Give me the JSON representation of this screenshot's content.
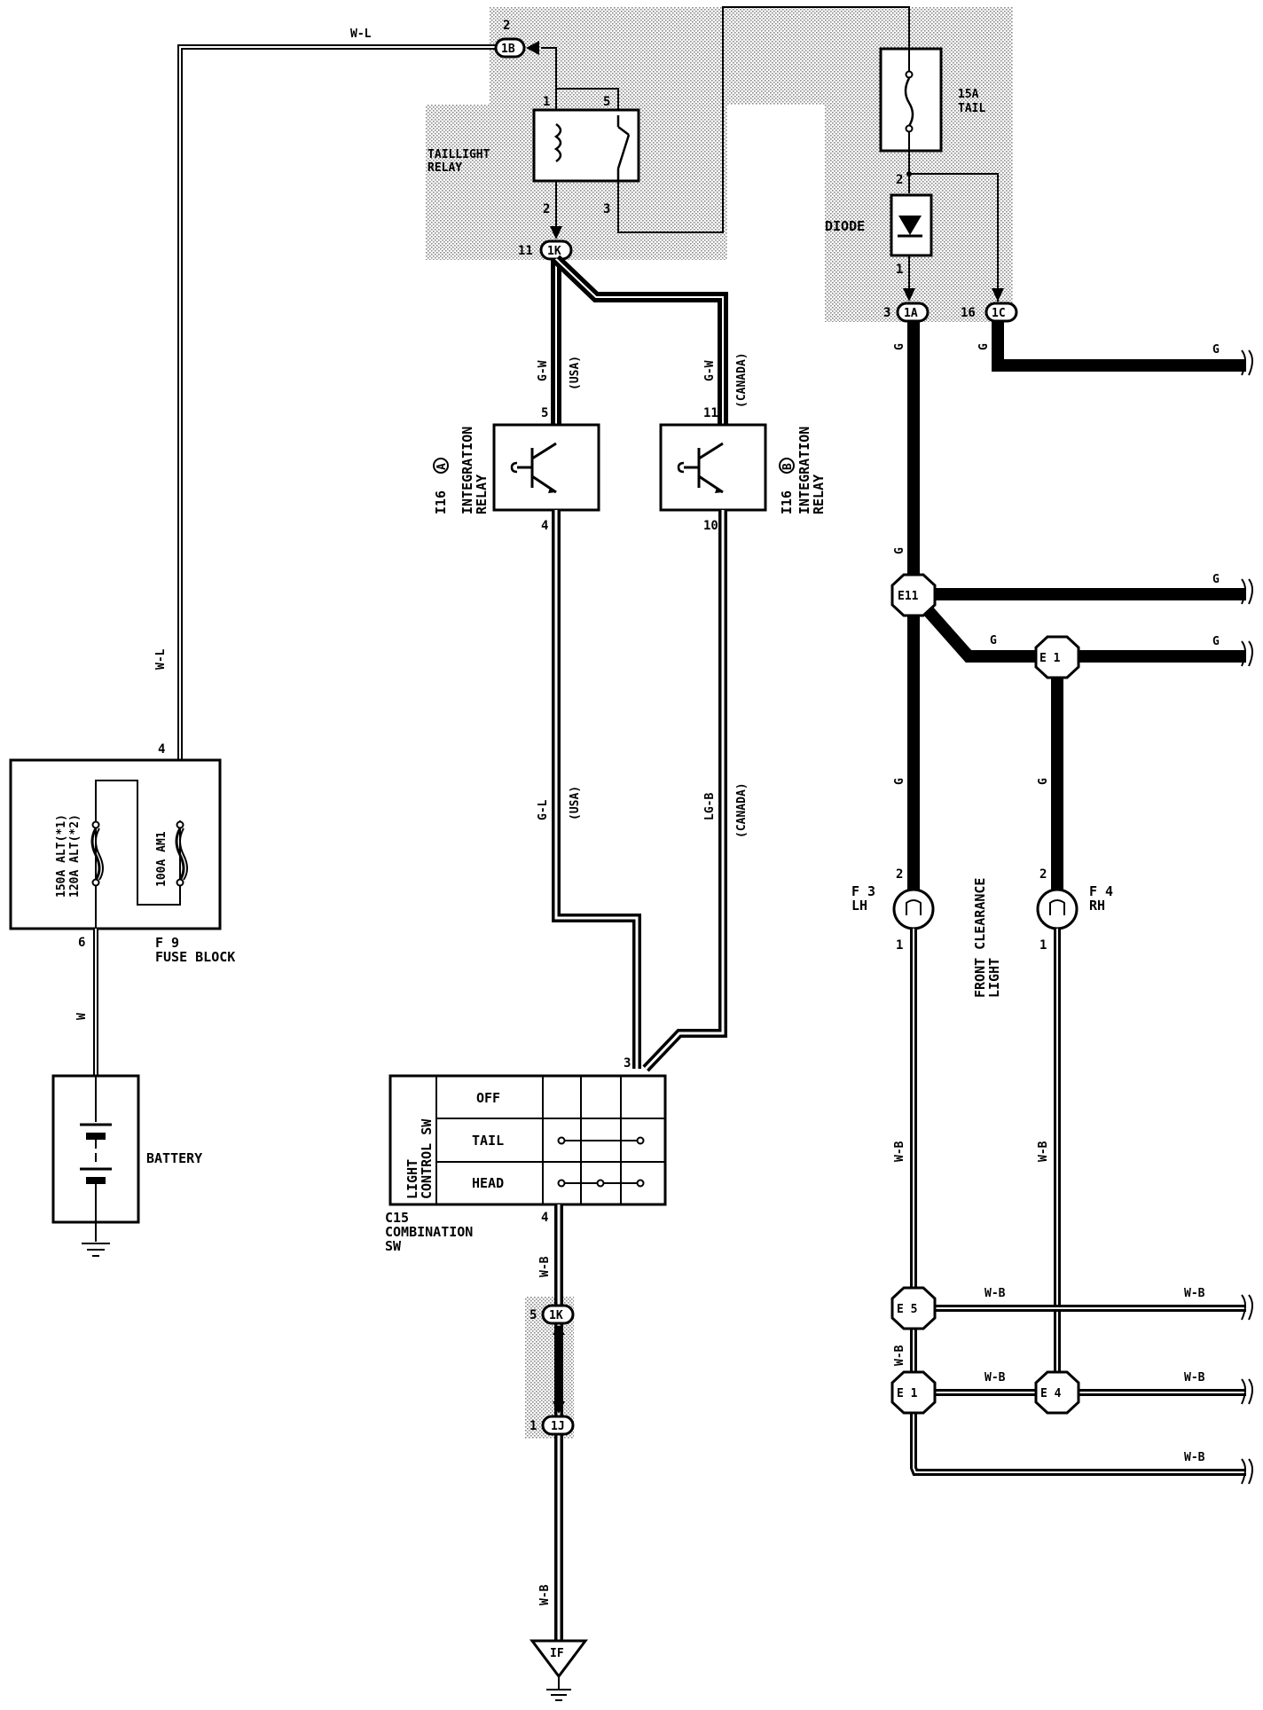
{
  "relay": {
    "name": "TAILLIGHT RELAY",
    "line1": "TAILLIGHT",
    "line2": "RELAY",
    "pins": [
      "1",
      "2",
      "3",
      "5"
    ]
  },
  "fuse_tail": {
    "rating_line1": "15A",
    "rating_line2": "TAIL",
    "pin": "2"
  },
  "diode": {
    "label": "DIODE",
    "pin": "1"
  },
  "connectors": {
    "c_1b": {
      "id": "1B",
      "pin": "2"
    },
    "c_1k_top": {
      "id": "1K",
      "pin": "11"
    },
    "c_1a": {
      "id": "1A",
      "pin": "3"
    },
    "c_1c": {
      "id": "1C",
      "pin": "16"
    },
    "c_1k_bot": {
      "id": "1K",
      "pin": "5"
    },
    "c_1j": {
      "id": "1J",
      "pin": "1"
    }
  },
  "wires": {
    "w_l": "W-L",
    "g_w": "G-W",
    "usa": "(USA)",
    "canada": "(CANADA)",
    "g_l": "G-L",
    "lg_b": "LG-B",
    "g": "G",
    "w": "W",
    "w_b": "W-B"
  },
  "integration_relay_a": {
    "ref": "I16",
    "sub": "A",
    "line1": "INTEGRATION",
    "line2": "RELAY",
    "pin_top": "5",
    "pin_bottom": "4"
  },
  "integration_relay_b": {
    "ref": "I16",
    "sub": "B",
    "line1": "INTEGRATION",
    "line2": "RELAY",
    "pin_top": "11",
    "pin_bottom": "10"
  },
  "fuse_block": {
    "ref": "F 9",
    "name": "FUSE BLOCK",
    "alt1": "150A ALT(*1)",
    "alt2": "120A ALT(*2)",
    "am1": "100A AM1",
    "pin_top": "4",
    "pin_bottom": "6"
  },
  "battery": {
    "label": "BATTERY"
  },
  "splices": {
    "e11": "E11",
    "e1_top": "E 1",
    "e5": "E 5",
    "e1_bot": "E 1",
    "e4": "E 4"
  },
  "lamps": {
    "left": {
      "ref": "F 3",
      "side": "LH",
      "pin_top": "2",
      "pin_bottom": "1"
    },
    "right": {
      "ref": "F 4",
      "side": "RH",
      "pin_top": "2",
      "pin_bottom": "1"
    },
    "title_line1": "FRONT CLEARANCE",
    "title_line2": "LIGHT"
  },
  "combination_switch": {
    "ref": "C15",
    "name_line1": "COMBINATION",
    "name_line2": "SW",
    "side_line1": "LIGHT",
    "side_line2": "CONTROL SW",
    "rows": [
      "OFF",
      "TAIL",
      "HEAD"
    ],
    "pin_top": "3",
    "pin_bottom": "4"
  },
  "ground": {
    "label": "IF"
  }
}
